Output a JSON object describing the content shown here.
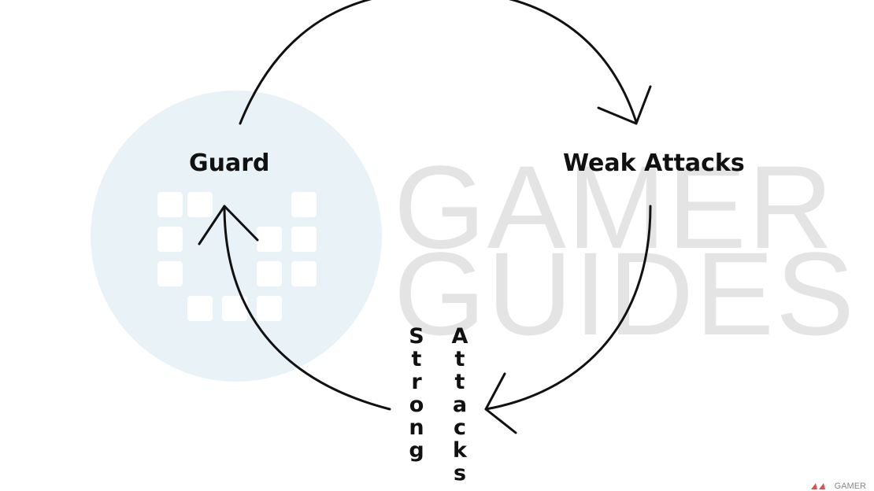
{
  "diagram": {
    "nodes": {
      "guard": "Guard",
      "weak_attacks": "Weak Attacks",
      "strong": "Strong",
      "attacks": "Attacks"
    }
  },
  "watermark": {
    "line1": "GAMER",
    "line2": "GUIDES",
    "corner": "GAMER",
    "circle_color": "#e9f2f7",
    "text_color": "#e4e4e4"
  },
  "colors": {
    "arrow": "#111111",
    "text": "#111111"
  }
}
